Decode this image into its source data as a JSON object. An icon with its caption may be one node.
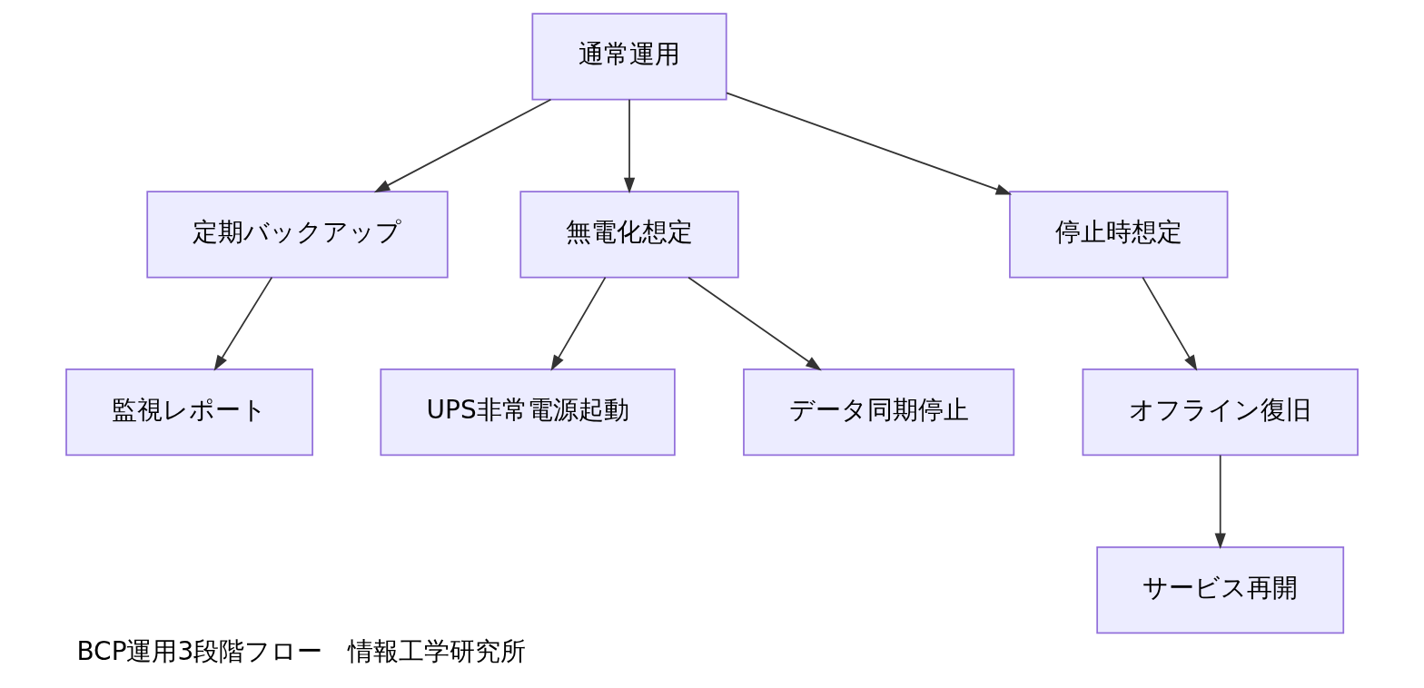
{
  "diagram": {
    "caption": "BCP運用3段階フロー　情報工学研究所",
    "nodes": [
      {
        "text": [
          "通常運用"
        ]
      },
      {
        "text": [
          "定期バックアップ"
        ]
      },
      {
        "text": [
          "無電化想定"
        ]
      },
      {
        "text": [
          "停止時想定"
        ]
      },
      {
        "text": [
          "監視レポート"
        ]
      },
      {
        "text": [
          "UPS非常電源起動"
        ]
      },
      {
        "text": [
          "データ同期停止"
        ]
      },
      {
        "text": [
          "オフライン復旧"
        ]
      },
      {
        "text": [
          "サービス再開"
        ]
      }
    ],
    "edges": [
      {
        "from": 0,
        "to": 1,
        "arrow": "to"
      },
      {
        "from": 0,
        "to": 2,
        "arrow": "to"
      },
      {
        "from": 0,
        "to": 3,
        "arrow": "to"
      },
      {
        "from": 1,
        "to": 4,
        "arrow": "to"
      },
      {
        "from": 2,
        "to": 5,
        "arrow": "to"
      },
      {
        "from": 2,
        "to": 6,
        "arrow": "to"
      },
      {
        "from": 3,
        "to": 7,
        "arrow": "to"
      },
      {
        "from": 7,
        "to": 8,
        "arrow": "to"
      }
    ]
  }
}
